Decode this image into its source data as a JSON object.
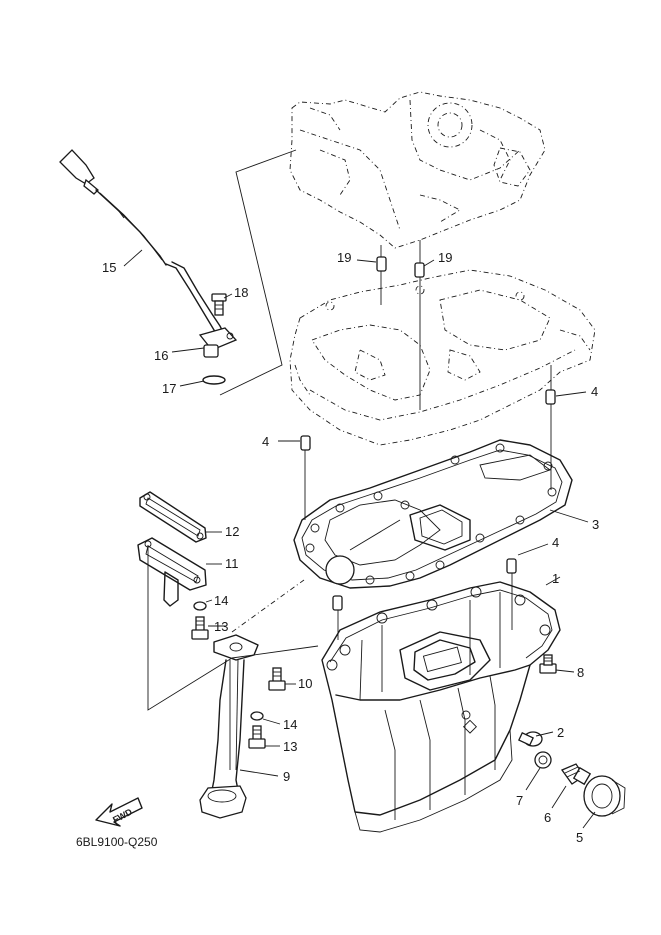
{
  "diagram_code": "6BL9100-Q250",
  "fwd_label": "FWD",
  "callouts": [
    "1",
    "2",
    "3",
    "4",
    "4",
    "4",
    "5",
    "6",
    "7",
    "8",
    "9",
    "10",
    "11",
    "12",
    "13",
    "13",
    "14",
    "14",
    "15",
    "16",
    "17",
    "18",
    "19",
    "19"
  ]
}
